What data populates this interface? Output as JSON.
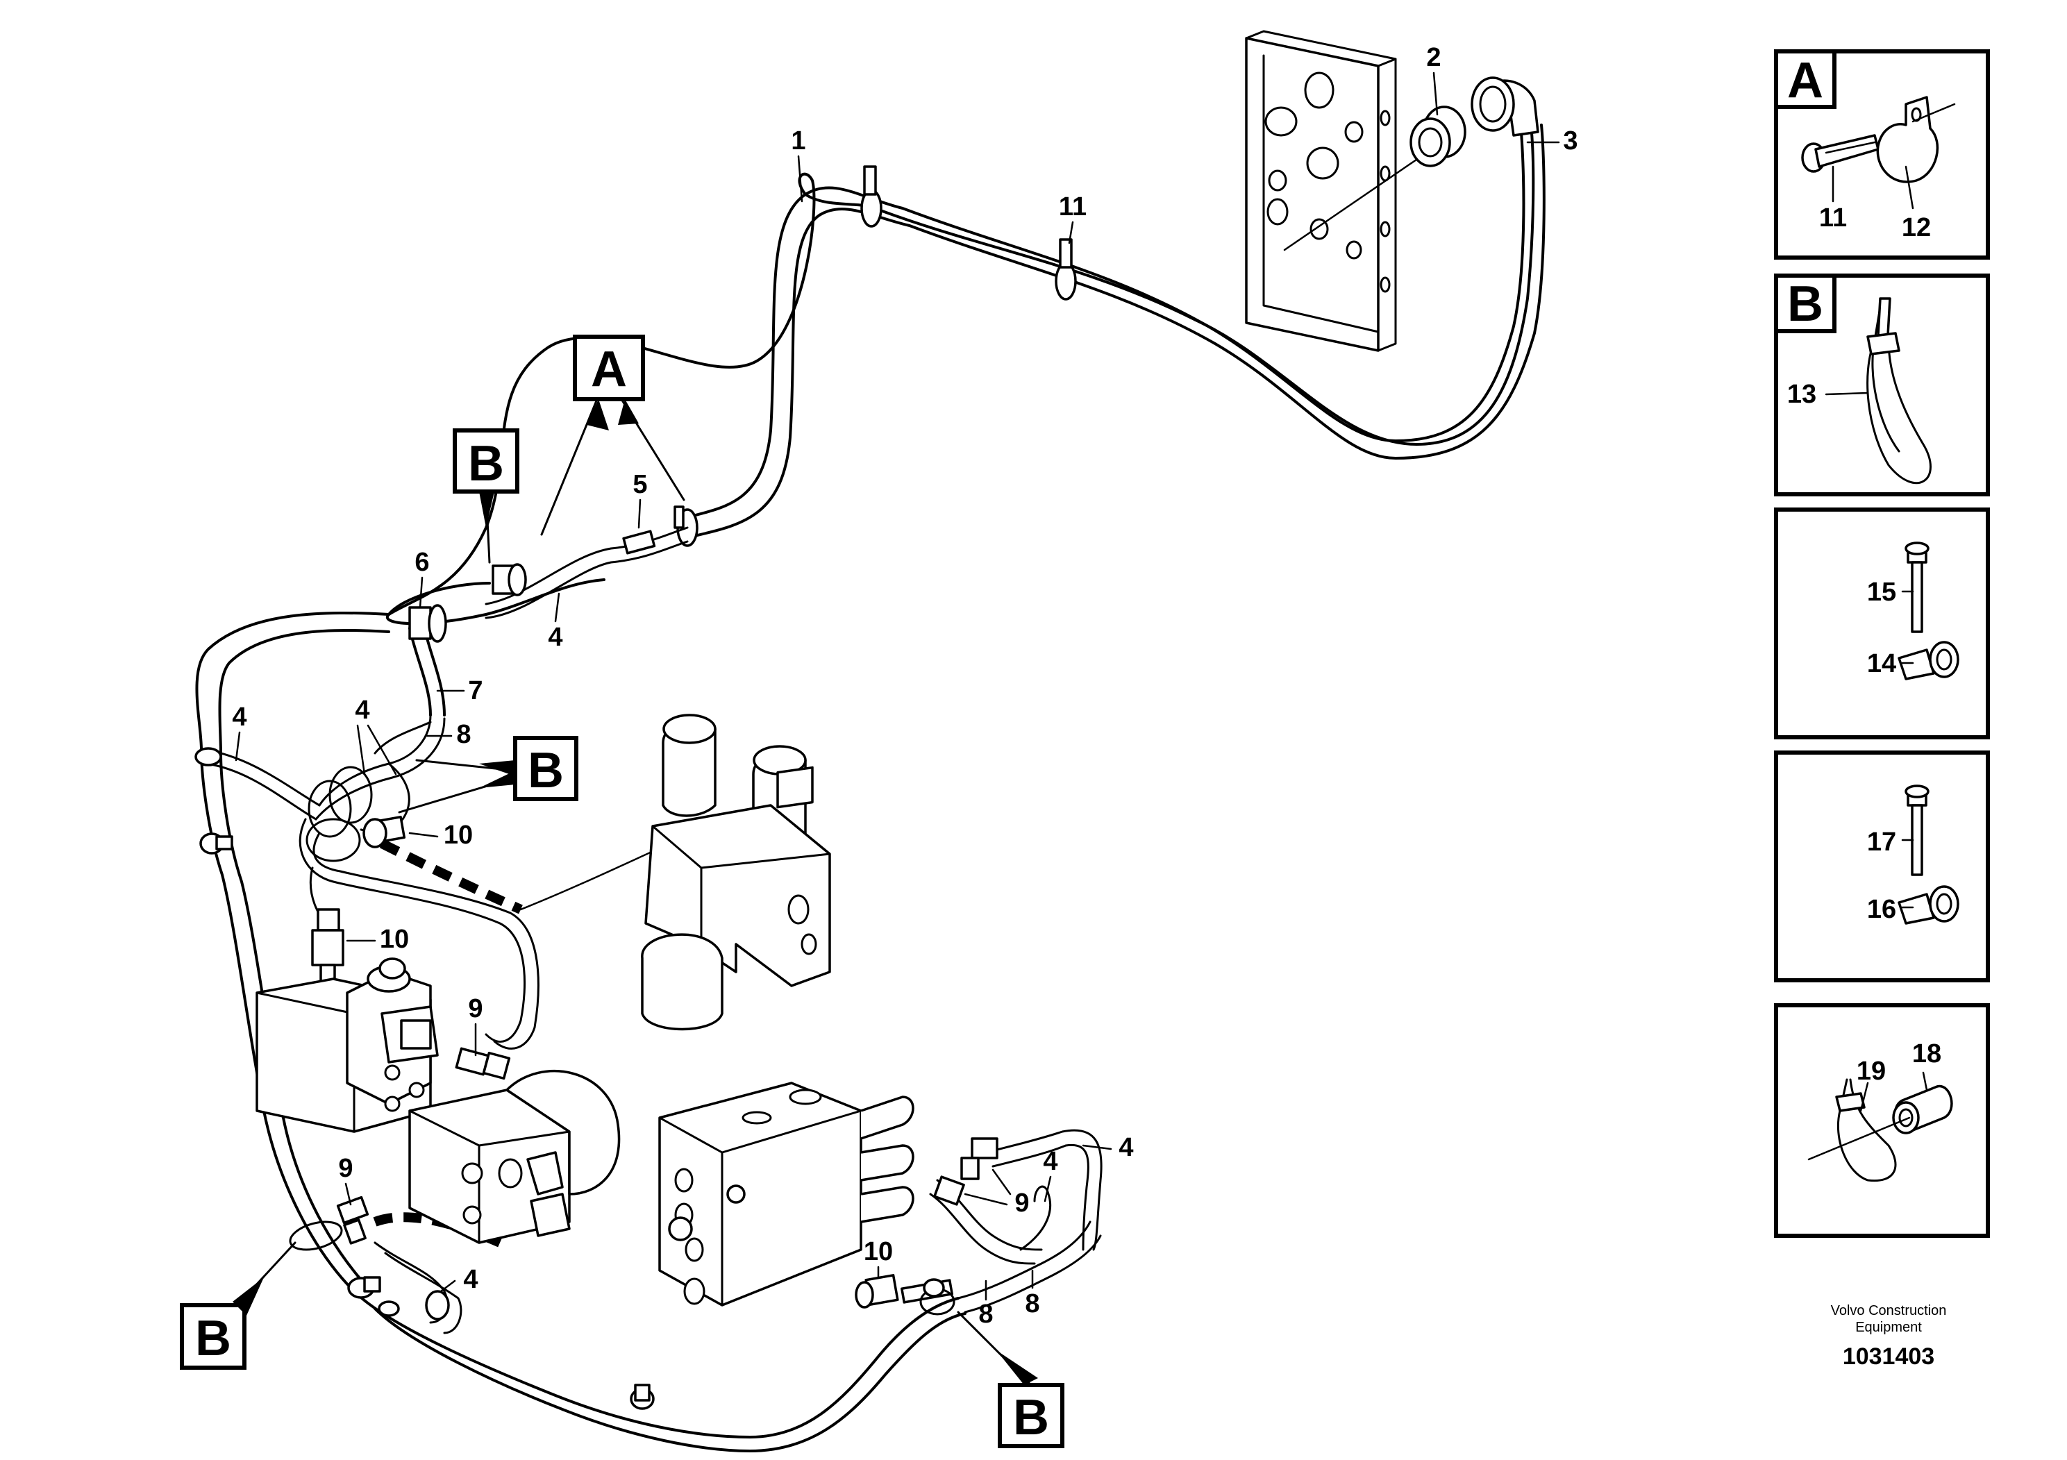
{
  "labels": {
    "n1": "1",
    "n2": "2",
    "n3": "3",
    "n4": "4",
    "n5": "5",
    "n6": "6",
    "n7": "7",
    "n8": "8",
    "n9": "9",
    "n10": "10",
    "n11": "11",
    "n12": "12",
    "n13": "13",
    "n14": "14",
    "n15": "15",
    "n16": "16",
    "n17": "17",
    "n18": "18",
    "n19": "19"
  },
  "callouts": {
    "a": "A",
    "b": "B"
  },
  "footer": {
    "manufacturer_line1": "Volvo Construction",
    "manufacturer_line2": "Equipment",
    "drawing_number": "1031403"
  }
}
